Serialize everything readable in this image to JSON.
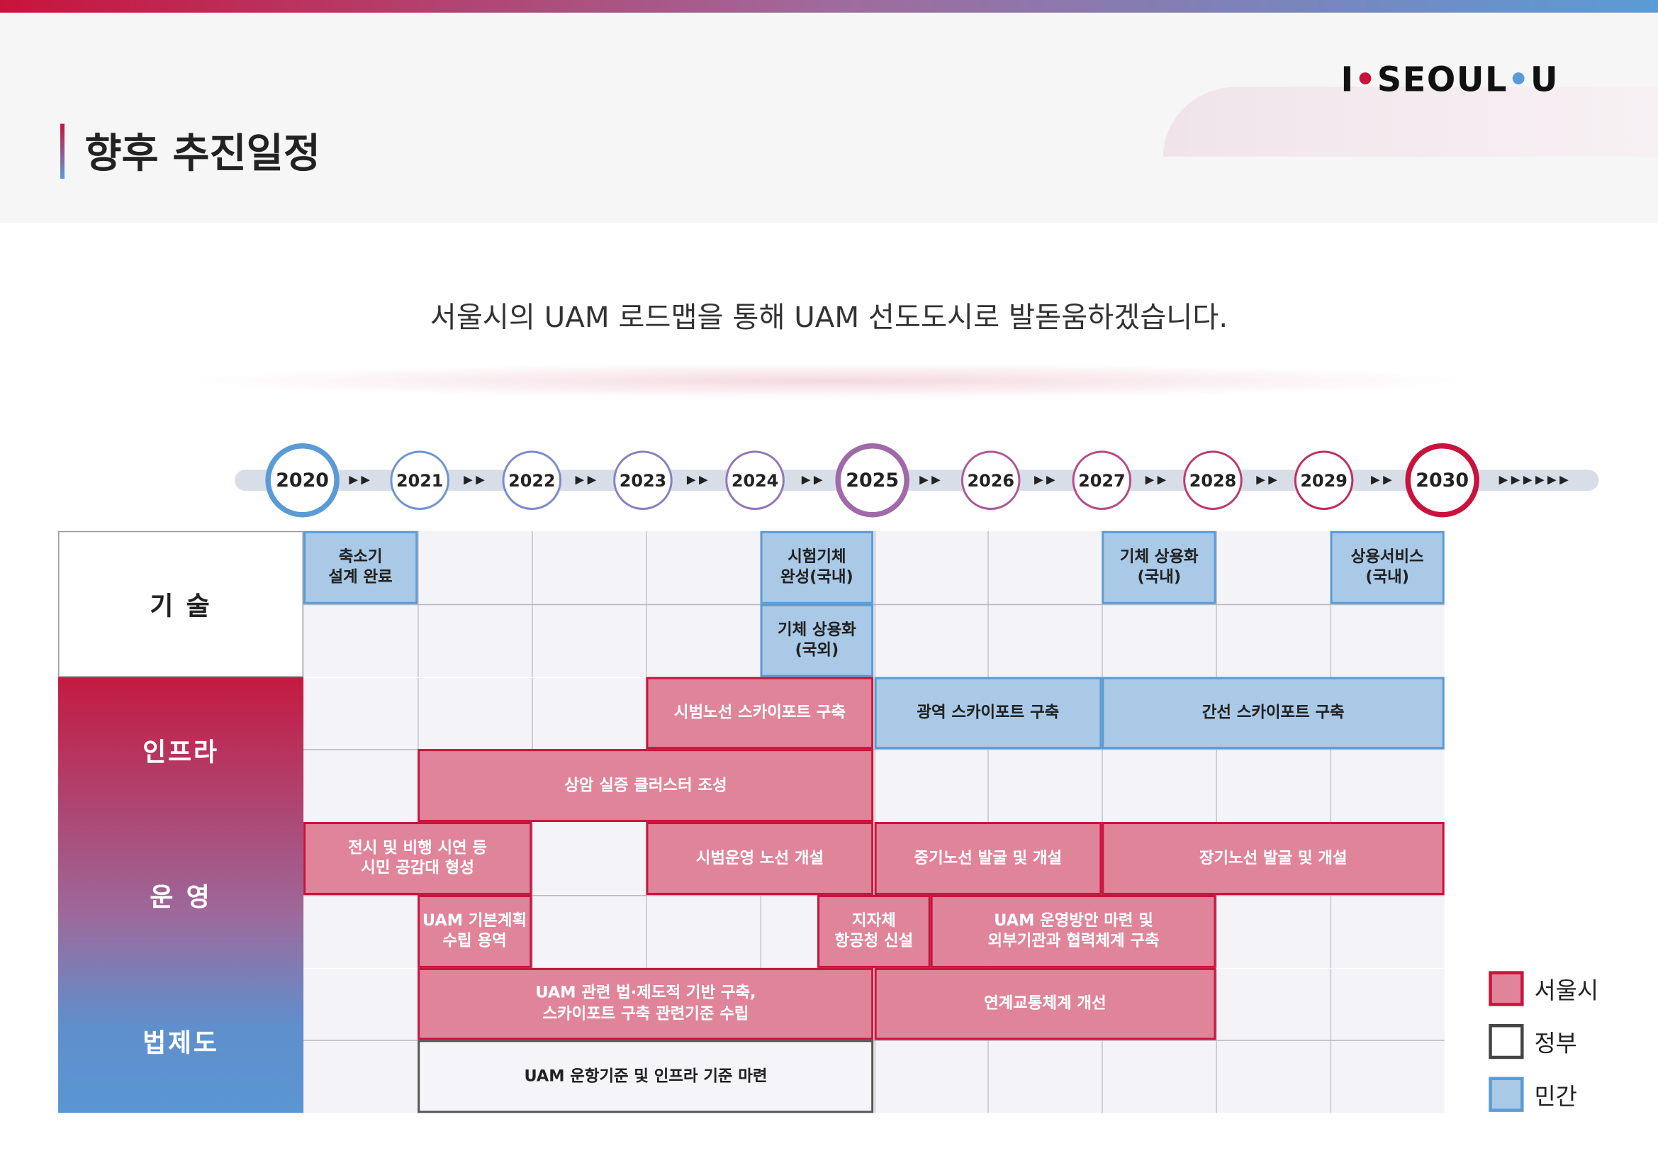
{
  "header": {
    "title": "향후 추진일정",
    "logo": "I·SEOUL·U"
  },
  "subtitle": "서울시의 UAM 로드맵을 통해 UAM 선도도시로 발돋움하겠습니다.",
  "colors": {
    "seoul_fill": "#e0849a",
    "seoul_border": "#c8143c",
    "private_fill": "#a9c9e6",
    "private_border": "#5b9bd5",
    "gov_border": "#555555"
  },
  "timeline": {
    "years": [
      "2020",
      "2021",
      "2022",
      "2023",
      "2024",
      "2025",
      "2026",
      "2027",
      "2028",
      "2029",
      "2030"
    ],
    "highlighted": [
      "2020",
      "2025",
      "2030"
    ]
  },
  "categories": [
    {
      "label": "기 술",
      "lanes": 2
    },
    {
      "label": "인프라",
      "lanes": 2
    },
    {
      "label": "운 영",
      "lanes": 2
    },
    {
      "label": "법제도",
      "lanes": 2
    }
  ],
  "tasks": [
    {
      "text": "축소기\n설계 완료",
      "owner": "private",
      "lane": 0,
      "start": 2020,
      "end": 2021
    },
    {
      "text": "시험기체\n완성(국내)",
      "owner": "private",
      "lane": 0,
      "start": 2024,
      "end": 2025
    },
    {
      "text": "기체 상용화\n(국내)",
      "owner": "private",
      "lane": 0,
      "start": 2027,
      "end": 2028
    },
    {
      "text": "상용서비스\n(국내)",
      "owner": "private",
      "lane": 0,
      "start": 2029,
      "end": 2030
    },
    {
      "text": "기체 상용화\n(국외)",
      "owner": "private",
      "lane": 1,
      "start": 2024,
      "end": 2025
    },
    {
      "text": "시범노선 스카이포트 구축",
      "owner": "seoul",
      "lane": 2,
      "start": 2023,
      "end": 2025
    },
    {
      "text": "광역 스카이포트 구축",
      "owner": "private",
      "lane": 2,
      "start": 2025,
      "end": 2027
    },
    {
      "text": "간선 스카이포트 구축",
      "owner": "private",
      "lane": 2,
      "start": 2027,
      "end": 2030
    },
    {
      "text": "상암 실증 클러스터 조성",
      "owner": "seoul",
      "lane": 3,
      "start": 2021,
      "end": 2025
    },
    {
      "text": "전시 및 비행 시연 등\n시민 공감대 형성",
      "owner": "seoul",
      "lane": 4,
      "start": 2020,
      "end": 2022
    },
    {
      "text": "시범운영 노선 개설",
      "owner": "seoul",
      "lane": 4,
      "start": 2023,
      "end": 2025
    },
    {
      "text": "중기노선 발굴 및 개설",
      "owner": "seoul",
      "lane": 4,
      "start": 2025,
      "end": 2027
    },
    {
      "text": "장기노선 발굴 및 개설",
      "owner": "seoul",
      "lane": 4,
      "start": 2027,
      "end": 2030
    },
    {
      "text": "UAM 기본계획\n수립 용역",
      "owner": "seoul",
      "lane": 5,
      "start": 2021,
      "end": 2022
    },
    {
      "text": "지자체\n항공청 신설",
      "owner": "seoul",
      "lane": 5,
      "start": 2024.5,
      "end": 2025.5
    },
    {
      "text": "UAM 운영방안 마련 및\n외부기관과 협력체계 구축",
      "owner": "seoul",
      "lane": 5,
      "start": 2025.5,
      "end": 2028
    },
    {
      "text": "UAM 관련 법·제도적 기반 구축,\n스카이포트 구축 관련기준 수립",
      "owner": "seoul",
      "lane": 6,
      "start": 2021,
      "end": 2025
    },
    {
      "text": "연계교통체계 개선",
      "owner": "seoul",
      "lane": 6,
      "start": 2025,
      "end": 2028
    },
    {
      "text": "UAM 운항기준 및 인프라 기준 마련",
      "owner": "gov",
      "lane": 7,
      "start": 2021,
      "end": 2025
    }
  ],
  "legend": [
    {
      "key": "seoul",
      "label": "서울시"
    },
    {
      "key": "gov",
      "label": "정부"
    },
    {
      "key": "private",
      "label": "민간"
    }
  ]
}
